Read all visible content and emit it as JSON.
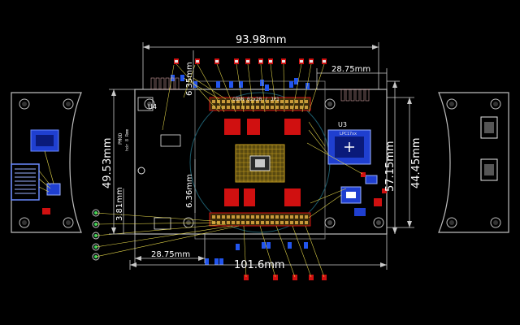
{
  "view": {
    "background": "#000000",
    "colors": {
      "dimension": "#c8c8c8",
      "board_outline": "#bdbdbd",
      "copper_top": "#d01010",
      "copper_bottom": "#2255ee",
      "silk": "#e8e8e8",
      "airwire": "#e6d84a",
      "pad": "#c89a3a"
    }
  },
  "dimensions": {
    "overall_width": "93.98mm",
    "top_right_offset": "28.75mm",
    "bottom_left_offset": "28.75mm",
    "bottom_width": "101.6mm",
    "left_height": "49.53mm",
    "right_height_inner": "57.15mm",
    "right_height_outer": "44.45mm",
    "small_vertical": "6.35mm",
    "center_vertical": "6.36mm",
    "left_small": "3.81mm"
  },
  "labels": {
    "u3": "U3",
    "u4": "U4",
    "pmod": "PMOD",
    "pmod_sub": "hdr 8 Rmm",
    "connector_top": "CONN_02x20 / JP1",
    "mcu_label": "LPC17xx"
  }
}
